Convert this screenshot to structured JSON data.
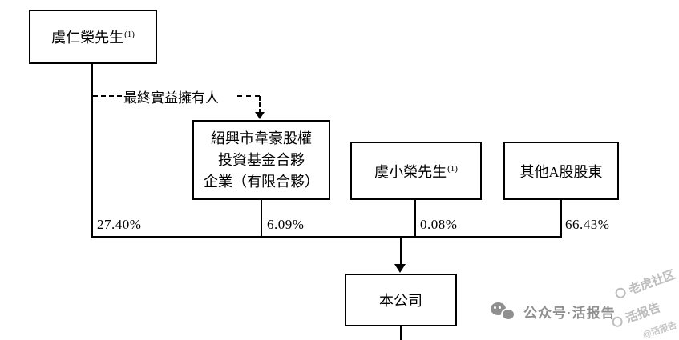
{
  "diagram": {
    "boxes": {
      "yu_renrong": {
        "name": "虞仁榮先生",
        "sup": "(1)"
      },
      "fund": {
        "label": "紹興市韋豪股權\n投資基金合夥\n企業（有限合夥）"
      },
      "yu_xiaorong": {
        "name": "虞小榮先生",
        "sup": "(1)"
      },
      "other_a": {
        "label": "其他A股股東"
      },
      "company": {
        "label": "本公司"
      }
    },
    "labels": {
      "beneficial_owner": "最終實益擁有人",
      "pct_yu_renrong": "27.40%",
      "pct_fund": "6.09%",
      "pct_yu_xiaorong": "0.08%",
      "pct_other": "66.43%"
    }
  },
  "watermark": {
    "wechat_text": "公众号·活报告",
    "tiger_text": "老虎社区",
    "report_text": "活报告",
    "handle_text": "@活报告"
  },
  "colors": {
    "line": "#000000",
    "watermark_gray": "#8f8f8f",
    "watermark_light": "#bdbdbd"
  }
}
